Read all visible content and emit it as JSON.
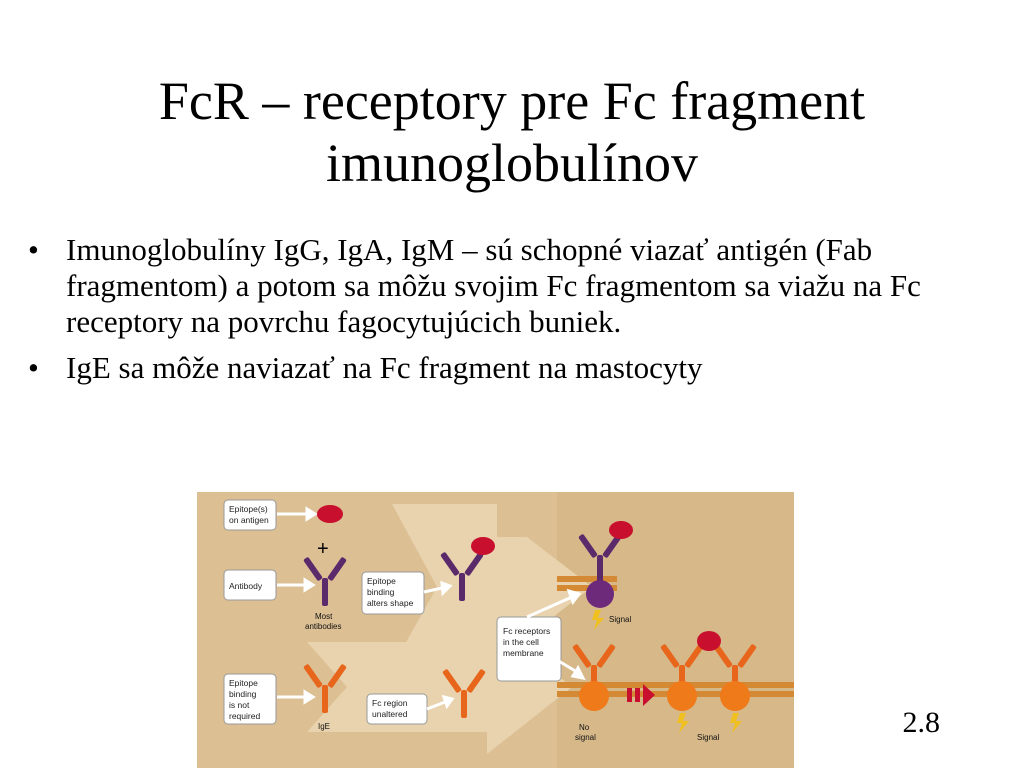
{
  "slide": {
    "title_line1": "FcR – receptory pre Fc fragment",
    "title_line2": "imunoglobulínov",
    "bullet_char": "•",
    "bullets": [
      "Imunoglobulíny  IgG, IgA, IgM – sú schopné viazať antigén (Fab fragmentom) a potom sa môžu svojim Fc fragmentom sa viažu na Fc receptory na povrchu fagocytujúcich buniek.",
      "IgE sa môže naviazať na Fc fragment na mastocyty"
    ],
    "slide_number": "2.8"
  },
  "figure": {
    "box_epitopes_l1": "Epitope(s)",
    "box_epitopes_l2": "on antigen",
    "plus": "+",
    "box_antibody": "Antibody",
    "most_l1": "Most",
    "most_l2": "antibodies",
    "box_alters_l1": "Epitope",
    "box_alters_l2": "binding",
    "box_alters_l3": "alters shape",
    "box_fcr_l1": "Fc receptors",
    "box_fcr_l2": "in the cell",
    "box_fcr_l3": "membrane",
    "box_notreq_l1": "Epitope",
    "box_notreq_l2": "binding",
    "box_notreq_l3": "is not",
    "box_notreq_l4": "required",
    "ige": "IgE",
    "box_unaltered_l1": "Fc region",
    "box_unaltered_l2": "unaltered",
    "signal_top": "Signal",
    "nosignal_l1": "No",
    "nosignal_l2": "signal",
    "signal_bottom": "Signal",
    "colors": {
      "background": "#dcbf93",
      "antigen": "#c8102e",
      "igg": "#5b2a6b",
      "ige": "#e8661b",
      "cell_purple": "#6d2a7a",
      "cell_orange": "#ef7a1a"
    }
  }
}
